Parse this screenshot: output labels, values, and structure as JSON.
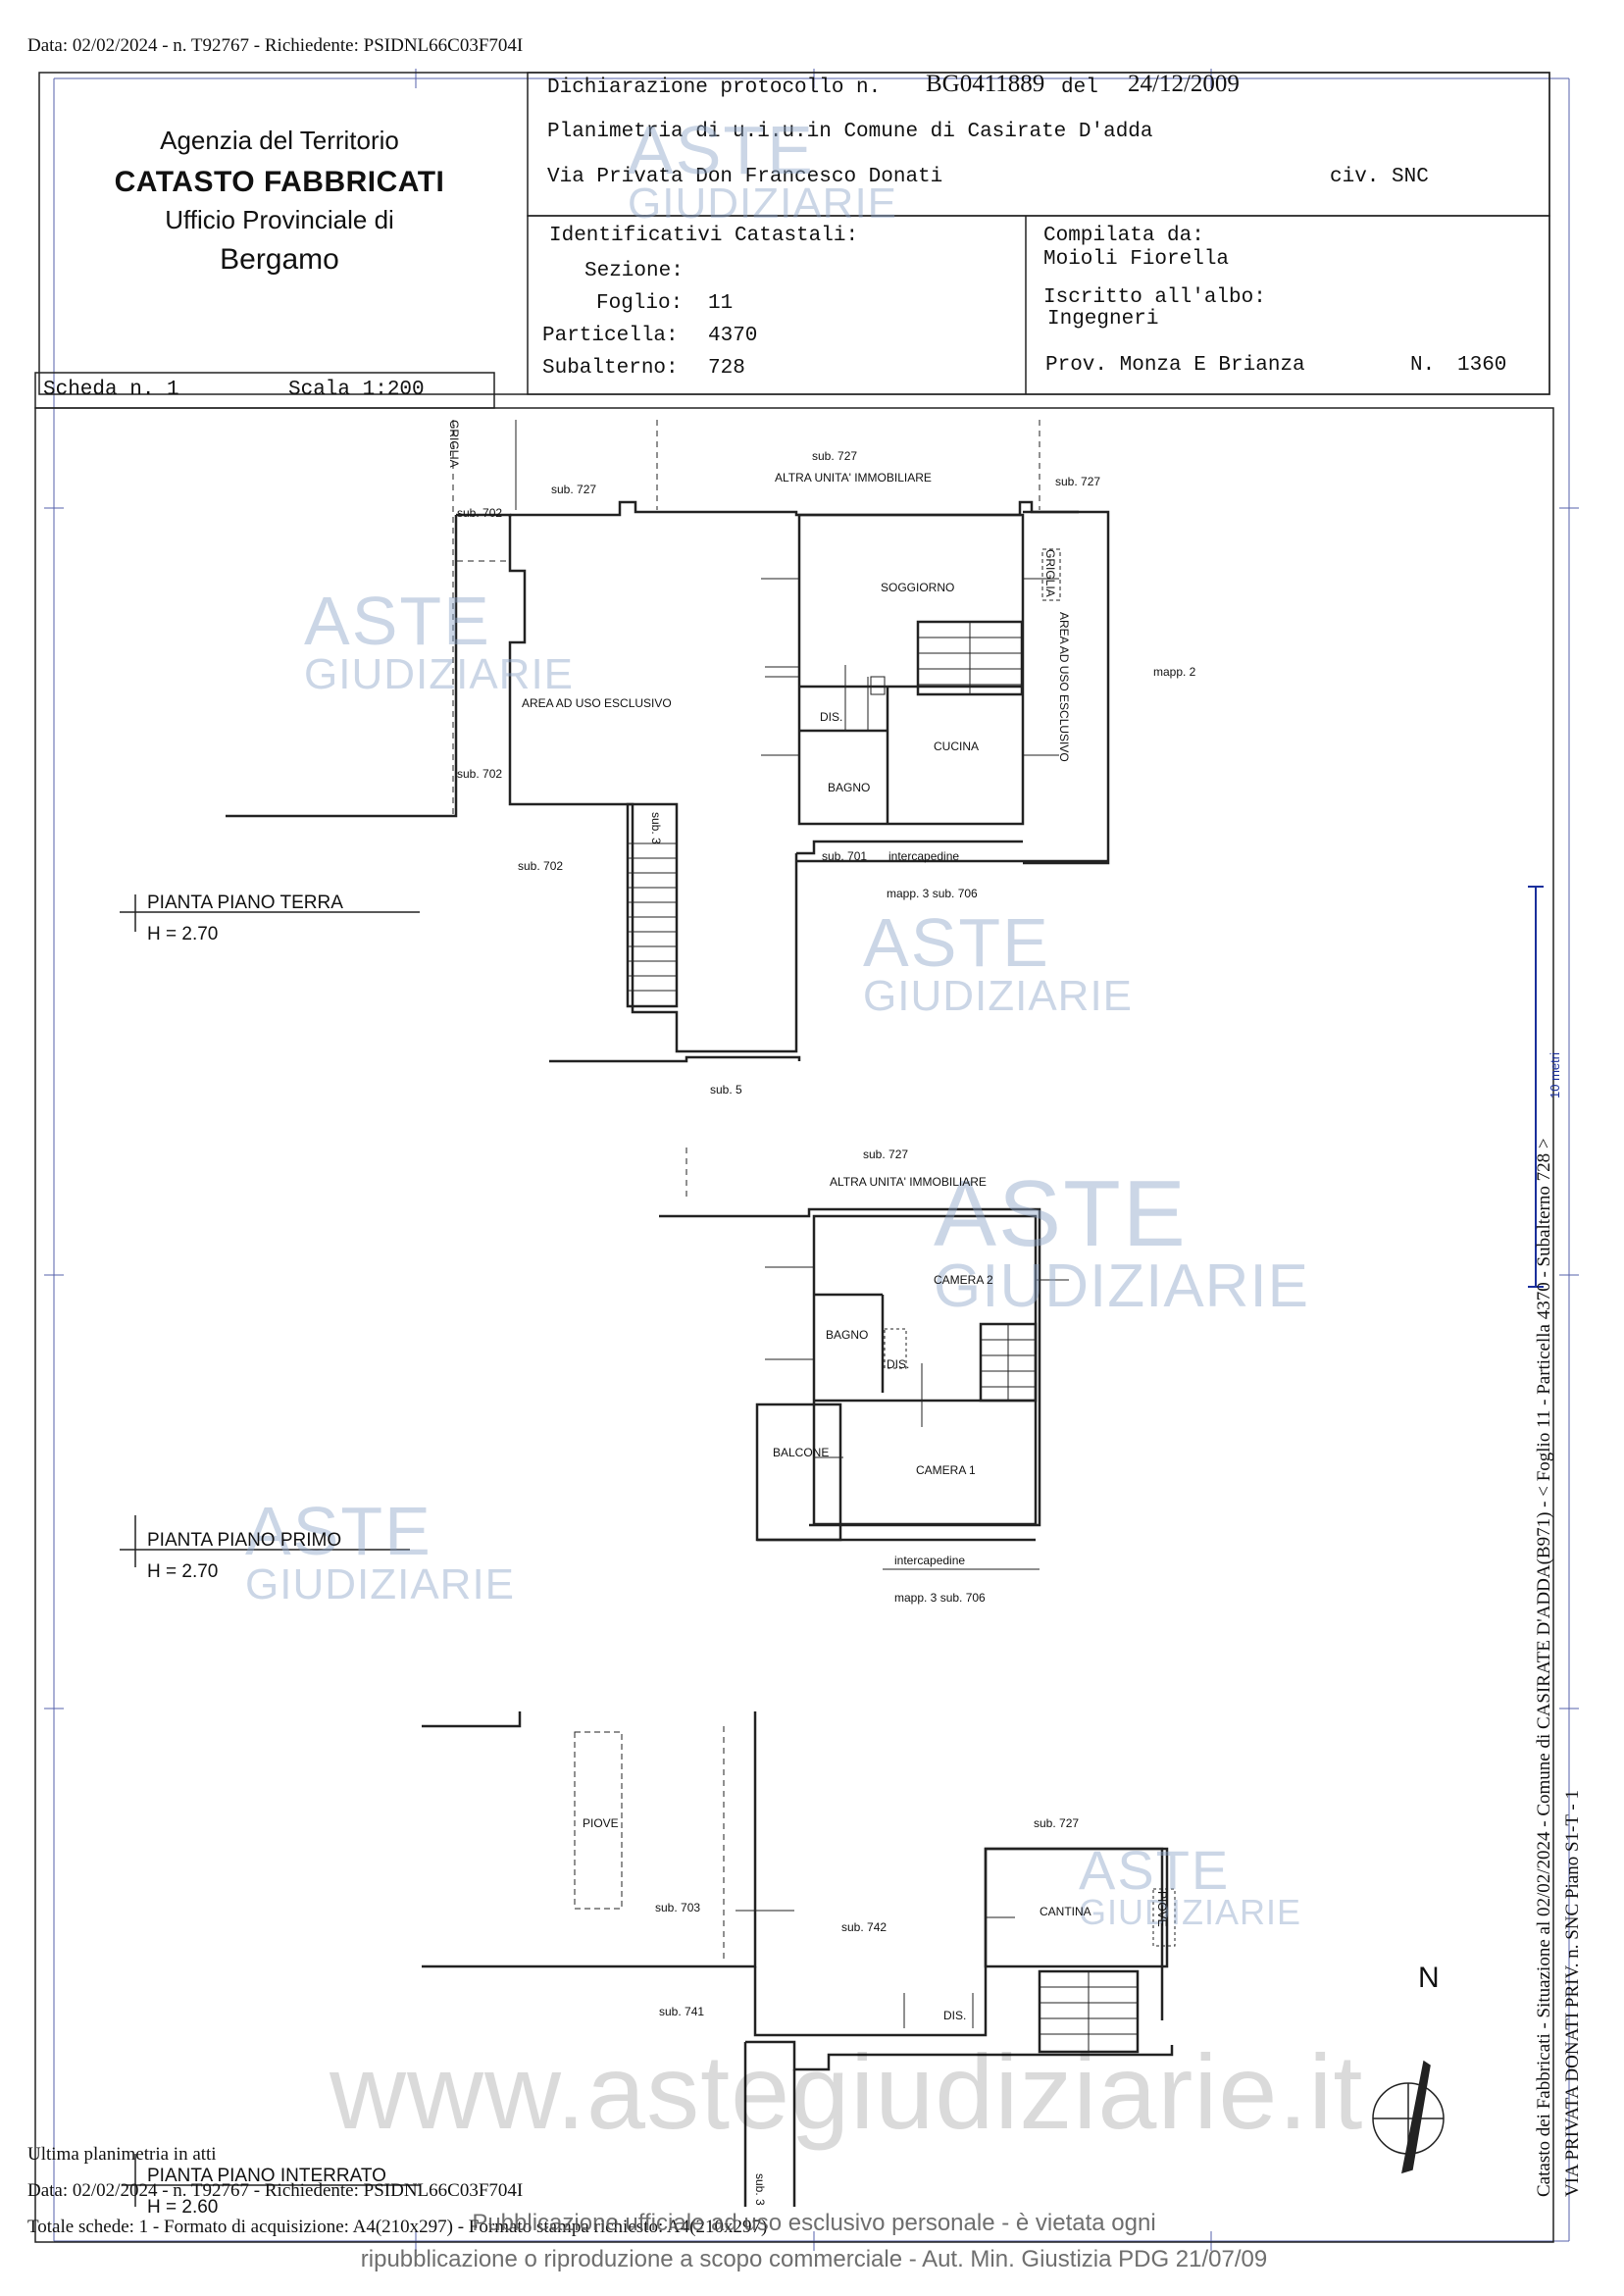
{
  "header": {
    "top_line": "Data: 02/02/2024 - n. T92767 - Richiedente: PSIDNL66C03F704I",
    "agency": {
      "line1": "Agenzia del Territorio",
      "line2": "CATASTO FABBRICATI",
      "line3": "Ufficio Provinciale di",
      "line4": "Bergamo"
    },
    "scheda": "Scheda n. 1",
    "scala": "Scala 1:200",
    "dichiarazione_prefix": "Dichiarazione protocollo n.",
    "protocollo": "BG0411889",
    "del_label": "del",
    "data_dich": "24/12/2009",
    "planimetria": "Planimetria di u.i.u.in Comune di Casirate D'adda",
    "via": "Via Privata Don Francesco Donati",
    "civ": "civ. SNC",
    "identificativi": {
      "title": "Identificativi Catastali:",
      "sezione_label": "Sezione:",
      "foglio_label": "Foglio:",
      "foglio": "11",
      "particella_label": "Particella:",
      "particella": "4370",
      "subalterno_label": "Subalterno:",
      "subalterno": "728"
    },
    "compilata": {
      "label": "Compilata da:",
      "name": "Moioli Fiorella",
      "albo_label": "Iscritto all'albo:",
      "albo": "Ingegneri",
      "prov": "Prov. Monza E Brianza",
      "n_label": "N.",
      "n": "1360"
    }
  },
  "plans": {
    "terra": {
      "title": "PIANTA PIANO TERRA",
      "height": "H = 2.70",
      "labels": {
        "grigia1": "GRIGLIA",
        "sub727a": "sub. 727",
        "sub727b": "sub. 727",
        "sub727c": "sub. 727",
        "altra": "ALTRA UNITA' IMMOBILIARE",
        "sub702a": "sub. 702",
        "sub702b": "sub. 702",
        "sub702c": "sub. 702",
        "soggiorno": "SOGGIORNO",
        "grigia2": "GRIGLIA",
        "area_esclusivo": "AREA AD USO ESCLUSIVO",
        "area_esclusivo_v": "AREA AD USO ESCLUSIVO",
        "mapp2": "mapp. 2",
        "dis": "DIS.",
        "cucina": "CUCINA",
        "bagno": "BAGNO",
        "sub3": "sub. 3",
        "sub701": "sub. 701",
        "intercapedine": "intercapedine",
        "mapp3": "mapp. 3 sub. 706",
        "sub5": "sub. 5"
      }
    },
    "primo": {
      "title": "PIANTA PIANO PRIMO",
      "height": "H = 2.70",
      "labels": {
        "sub727": "sub. 727",
        "altra": "ALTRA UNITA' IMMOBILIARE",
        "camera2": "CAMERA 2",
        "bagno": "BAGNO",
        "dis": "DIS.",
        "balcone": "BALCONE",
        "camera1": "CAMERA 1",
        "intercapedine": "intercapedine",
        "mapp3": "mapp. 3 sub. 706"
      }
    },
    "interrato": {
      "title": "PIANTA PIANO INTERRATO",
      "height": "H = 2.60",
      "labels": {
        "piove1": "PIOVE",
        "sub727": "sub. 727",
        "sub703": "sub. 703",
        "sub742": "sub. 742",
        "cantina": "CANTINA",
        "piove2": "PIOVE",
        "sub741": "sub. 741",
        "dis": "DIS.",
        "sub3": "sub. 3"
      }
    }
  },
  "north": "N",
  "watermark": {
    "aste": "ASTE",
    "giudiziarie": "GIUDIZIARIE",
    "site": "www.astegiudiziarie.it"
  },
  "footer": {
    "ultima": "Ultima planimetria in atti",
    "data_line": "Data: 02/02/2024 - n. T92767 - Richiedente: PSIDNL66C03F704I",
    "totale": "Totale schede: 1 - Formato di acquisizione: A4(210x297) - Formato stampa richiesto: A4(210x297)",
    "notice1": "Pubblicazione ufficiale ad uso esclusivo personale - è vietata ogni",
    "notice2": "ripubblicazione o riproduzione a scopo commerciale - Aut. Min. Giustizia PDG 21/07/09"
  },
  "side": {
    "line1": "Catasto dei Fabbricati - Situazione al 02/02/2024 - Comune di CASIRATE D'ADDA(B971) - < Foglio 11 - Particella 4370 - Subalterno 728 >",
    "line2": "VIA PRIVATA DONATI PRIV. n. SNC Piano S1-T - 1",
    "scale_mark": "10 metri"
  }
}
